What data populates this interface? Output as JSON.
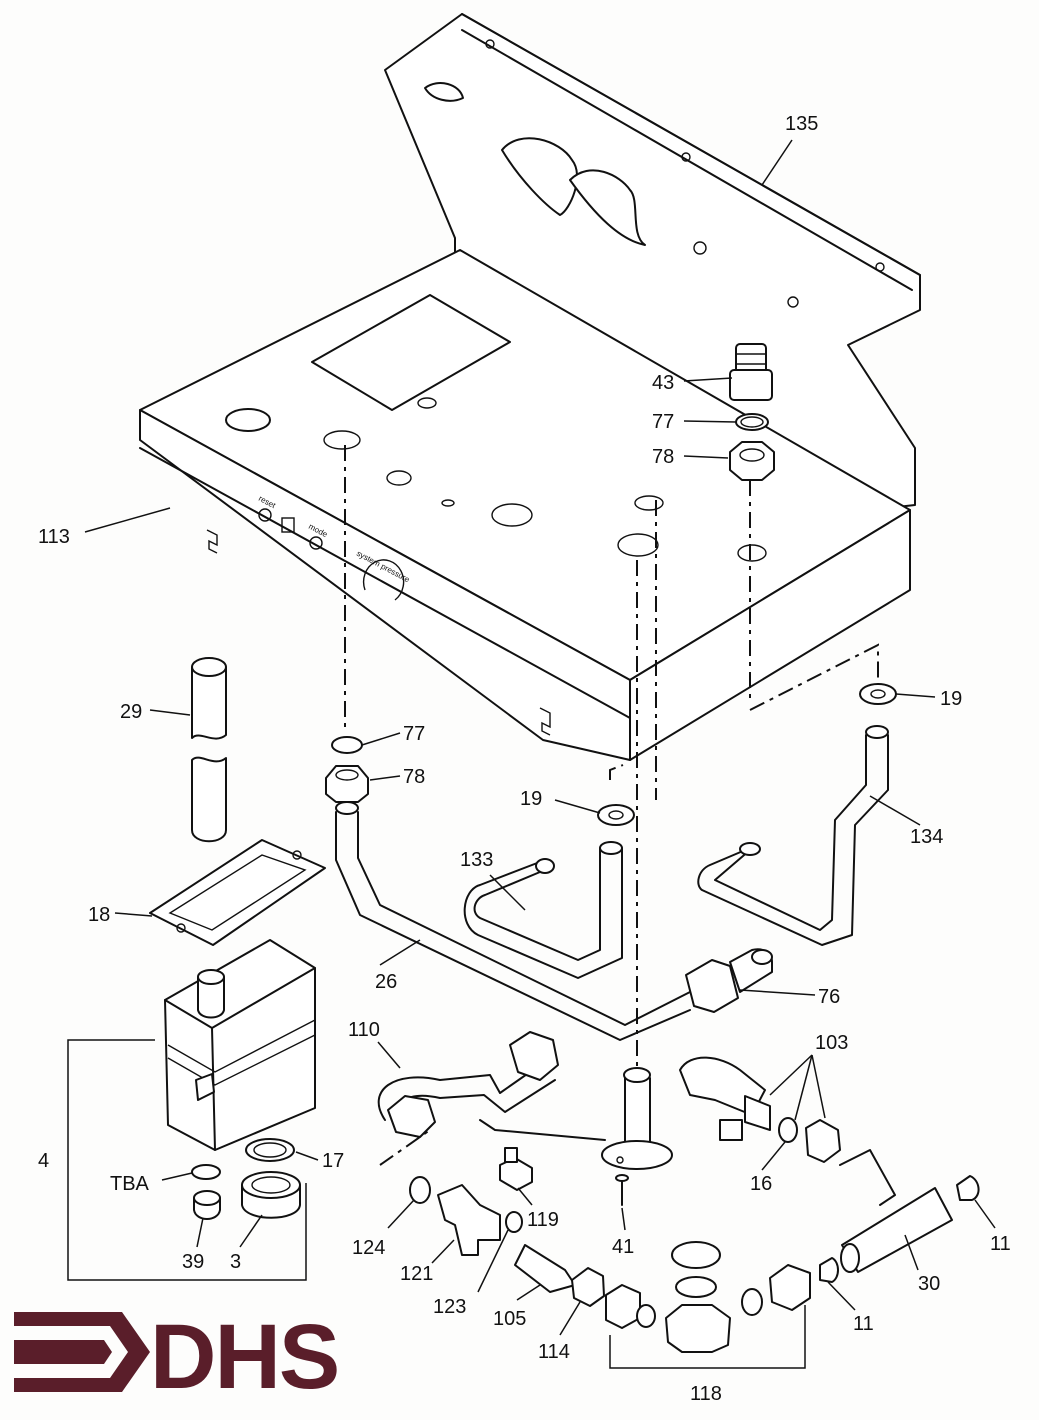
{
  "diagram": {
    "labels": {
      "p135": "135",
      "p43": "43",
      "p77a": "77",
      "p78a": "78",
      "p113": "113",
      "p29": "29",
      "p77b": "77",
      "p78b": "78",
      "p19a": "19",
      "p19b": "19",
      "p134": "134",
      "p133": "133",
      "p18": "18",
      "p26": "26",
      "p76": "76",
      "p110": "110",
      "p103": "103",
      "p4": "4",
      "p17": "17",
      "ptba": "TBA",
      "p39": "39",
      "p3": "3",
      "p16": "16",
      "p119": "119",
      "p41": "41",
      "p124": "124",
      "p121": "121",
      "p123": "123",
      "p105": "105",
      "p114": "114",
      "p118": "118",
      "p11a": "11",
      "p11b": "11",
      "p30": "30"
    },
    "panel_text": {
      "reset": "reset",
      "mode": "mode",
      "system_pressure": "system pressure"
    }
  },
  "logo": {
    "text": "DHS",
    "color": "#5a1e2a"
  }
}
